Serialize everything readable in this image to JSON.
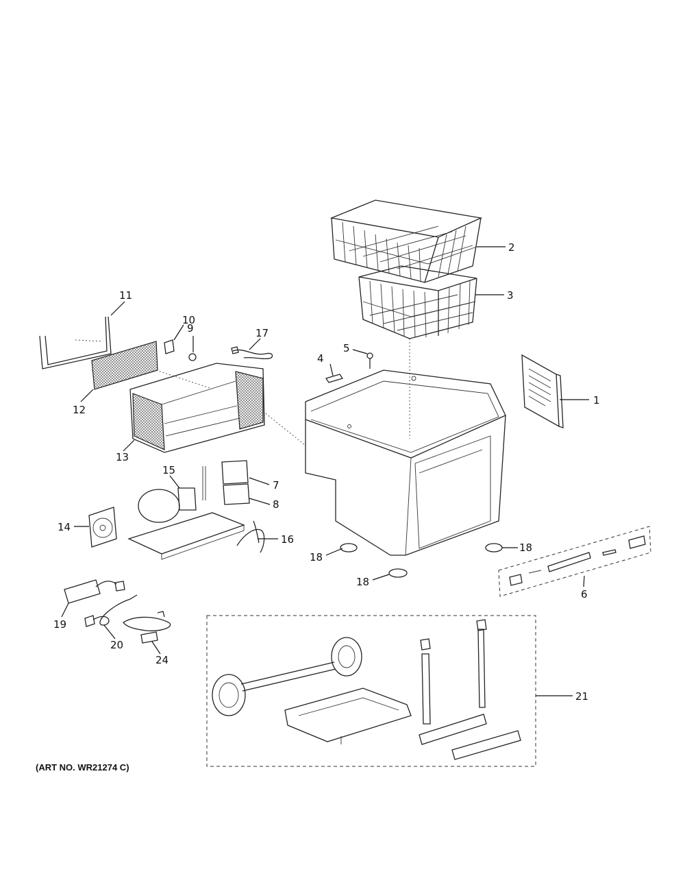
{
  "art_number": "(ART NO. WR21274 C)",
  "callouts": {
    "c1": "1",
    "c2": "2",
    "c3": "3",
    "c4": "4",
    "c5": "5",
    "c6": "6",
    "c7": "7",
    "c8": "8",
    "c9": "9",
    "c10": "10",
    "c11": "11",
    "c12": "12",
    "c13": "13",
    "c14": "14",
    "c15": "15",
    "c16": "16",
    "c17": "17",
    "c18a": "18",
    "c18b": "18",
    "c18c": "18",
    "c19": "19",
    "c20": "20",
    "c21": "21",
    "c24": "24"
  }
}
